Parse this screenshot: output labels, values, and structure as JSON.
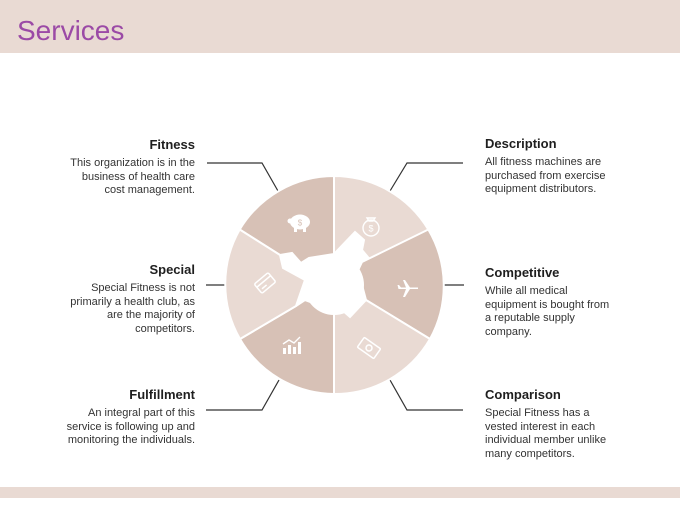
{
  "header": {
    "title": "Services"
  },
  "colors": {
    "band": "#e9dad3",
    "title": "#9b4aa6",
    "segment_dark": "#d7c1b6",
    "segment_light": "#e9dad3",
    "connector": "#333333"
  },
  "items": [
    {
      "id": "fitness",
      "heading": "Fitness",
      "text": "This organization is in the business of health care cost management.",
      "icon": "piggy-bank-icon"
    },
    {
      "id": "description",
      "heading": "Description",
      "text": "All fitness machines are purchased from exercise equipment distributors.",
      "icon": "money-bag-icon"
    },
    {
      "id": "special",
      "heading": "Special",
      "text": "Special Fitness is not primarily a health club, as are the majority of competitors.",
      "icon": "credit-card-icon"
    },
    {
      "id": "competitive",
      "heading": "Competitive",
      "text": "While all medical equipment is bought from a reputable supply company.",
      "icon": "airplane-icon"
    },
    {
      "id": "fulfillment",
      "heading": "Fulfillment",
      "text": "An integral part of this service is following up and monitoring the individuals.",
      "icon": "growth-chart-icon"
    },
    {
      "id": "comparison",
      "heading": "Comparison",
      "text": "Special Fitness has a vested interest in each individual member unlike many competitors.",
      "icon": "cash-icon"
    }
  ]
}
